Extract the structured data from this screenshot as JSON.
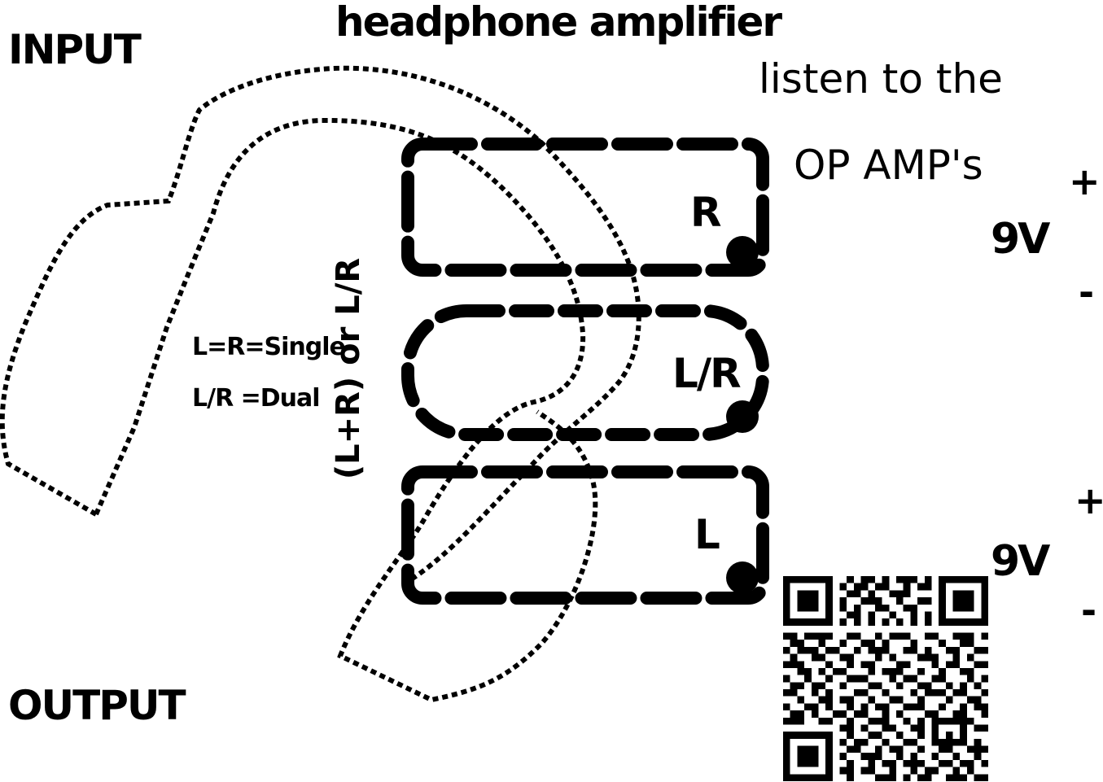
{
  "title": "headphone amplifier",
  "input_label": "INPUT",
  "output_label": "OUTPUT",
  "note": {
    "line1": "listen to the",
    "line2": "OP AMP's"
  },
  "sockets": {
    "right": "R",
    "middle": "L/R",
    "left": "L"
  },
  "mode_legend": {
    "single": "L=R=Single",
    "dual": "L/R =Dual"
  },
  "vertical_label": "(L+R) or L/R",
  "battery_top": {
    "plus": "+",
    "voltage": "9V",
    "minus": "-"
  },
  "battery_bottom": {
    "plus": "+",
    "voltage": "9V",
    "minus": "-"
  },
  "colors": {
    "ink": "#000000",
    "background": "#ffffff"
  },
  "qr_code": {
    "icon": "qr-code-icon"
  }
}
